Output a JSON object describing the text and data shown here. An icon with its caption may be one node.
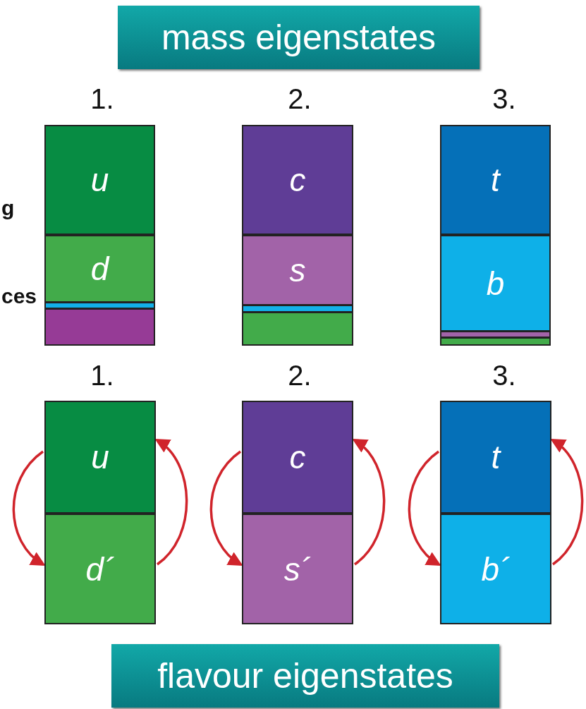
{
  "diagram": {
    "nodes": [
      {
        "text": [
          "mass eigenstates"
        ]
      },
      {
        "text": [
          "u"
        ]
      },
      {
        "text": [
          "d"
        ]
      },
      {
        "text": [],
        "shape": "bar"
      },
      {
        "text": [],
        "shape": "bar"
      },
      {
        "text": [
          "c"
        ]
      },
      {
        "text": [
          "s"
        ]
      },
      {
        "text": [],
        "shape": "bar"
      },
      {
        "text": [],
        "shape": "bar"
      },
      {
        "text": [
          "t"
        ]
      },
      {
        "text": [
          "b"
        ]
      },
      {
        "text": [],
        "shape": "bar"
      },
      {
        "text": [],
        "shape": "bar"
      },
      {
        "text": [
          "u"
        ]
      },
      {
        "text": [
          "d´"
        ]
      },
      {
        "text": [
          "c"
        ]
      },
      {
        "text": [
          "s´"
        ]
      },
      {
        "text": [
          "t"
        ]
      },
      {
        "text": [
          "b´"
        ]
      },
      {
        "text": [
          "flavour eigenstates"
        ]
      }
    ],
    "edges": [
      {
        "from": 13,
        "to": 14,
        "arrow": "to"
      },
      {
        "from": 14,
        "to": 13,
        "arrow": "to"
      },
      {
        "from": 15,
        "to": 16,
        "arrow": "to"
      },
      {
        "from": 16,
        "to": 15,
        "arrow": "to"
      },
      {
        "from": 17,
        "to": 18,
        "arrow": "to"
      },
      {
        "from": 18,
        "to": 17,
        "arrow": "to"
      }
    ],
    "labels": [
      "1.",
      "2.",
      "3.",
      "g",
      "ces",
      "1.",
      "2.",
      "3."
    ]
  }
}
